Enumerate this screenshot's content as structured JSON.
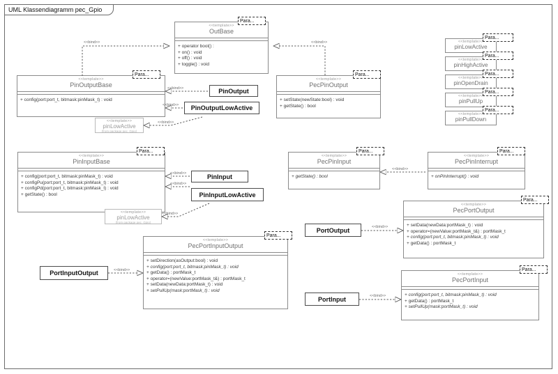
{
  "diagram": {
    "title": "UML Klassendiagramm pec_Gpio",
    "stereotype_template": "<<template>>",
    "param_label": "Para...",
    "bind_label": "<<bind>>",
    "from_package": "(from package pec_Gpio)",
    "accent_border": "#8a8a8a",
    "class_name_color": "#707070",
    "bound_border": "#4a4a4a"
  },
  "classes": {
    "out_base": {
      "name": "OutBase",
      "stereotype": "<<template>>",
      "param": "Para...",
      "operations": [
        "+ operator bool() :",
        "+ on() : void",
        "+ off() : void",
        "+ toggle() : void"
      ]
    },
    "pin_output_base": {
      "name": "PinOutputBase",
      "stereotype": "<<template>>",
      "param": "Para...",
      "operations": [
        "+ config(port:port_t, bitmask:pinMask_t) : void"
      ]
    },
    "pec_pin_output": {
      "name": "PecPinOutput",
      "stereotype": "<<template>>",
      "param": "Para...",
      "operations": [
        "+ setState(newState:bool) : void",
        "+ getState() : bool"
      ]
    },
    "pin_low_active_out": {
      "name": "pinLowActive",
      "stereotype": "<<template>>",
      "from": "(from package pec_Gpio)"
    },
    "pin_input_base": {
      "name": "PinInputBase",
      "stereotype": "<<template>>",
      "param": "Para...",
      "operations": [
        "+ config(port:port_t, bitmask:pinMask_t) : void",
        "+ configPu(port:port_t, bitmask:pinMask_t) : void",
        "+ configPd(port:port_t, bitmask:pinMask_t) : void",
        "+ getState() : bool"
      ]
    },
    "pin_low_active_in": {
      "name": "pinLowActive",
      "stereotype": "<<template>>",
      "from": "(from package pec_Gpio)"
    },
    "pec_pin_input": {
      "name": "PecPinInput",
      "stereotype": "<<template>>",
      "param": "Para...",
      "operations": [
        "+ getState() : bool"
      ]
    },
    "pec_pin_interrupt": {
      "name": "PecPinInterrupt",
      "stereotype": "<<template>>",
      "param": "Para...",
      "operations": [
        "+ onPinInterrupt() : void"
      ]
    },
    "pec_port_output": {
      "name": "PecPortOutput",
      "stereotype": "<<template>>",
      "param": "Para...",
      "operations": [
        "+ setData(newData:portMask_t) : void",
        "+ operator=(newValue:portMask_t&) : portMask_t",
        "+ config(port:port_t, bitmask:pinMask_t) : void",
        "+ getData() : portMask_t"
      ]
    },
    "pec_port_input_output": {
      "name": "PecPortInputOutput",
      "stereotype": "<<template>>",
      "param": "Para...",
      "operations": [
        "+ setDirection(asOutput:bool) : void",
        "+ config(port:port_t, bitmask:pinMask_t) : void",
        "+ getData() : portMask_t",
        "+ operator=(newValue:portMask_t&) : portMask_t",
        "+ setData(newData:portMask_t) : void",
        "+ setPullUp(mask:portMask_t) : void"
      ]
    },
    "pec_port_input": {
      "name": "PecPortInput",
      "stereotype": "<<template>>",
      "param": "Para...",
      "operations": [
        "+ config(port:port_t, bitmask:pinMask_t) : void",
        "+ getData() : portMask_t",
        "+ setPullUp(mask:portMask_t) : void"
      ]
    }
  },
  "template_stack": [
    {
      "name": "pinLowActive",
      "stereotype": "<<template>>",
      "param": "Para..."
    },
    {
      "name": "pinHighActive",
      "stereotype": "<<template>>",
      "param": "Para..."
    },
    {
      "name": "pinOpenDrain",
      "stereotype": "<<template>>",
      "param": "Para..."
    },
    {
      "name": "pinPullUp",
      "stereotype": "<<template>>",
      "param": "Para..."
    },
    {
      "name": "pinPullDown",
      "stereotype": "<<template>>",
      "param": "Para..."
    }
  ],
  "bound_classes": {
    "pin_output": "PinOutput",
    "pin_output_low_active": "PinOutputLowActive",
    "pin_input": "PinInput",
    "pin_input_low_active": "PinInputLowActive",
    "port_output": "PortOutput",
    "port_input_output": "PortInputOutput",
    "port_input": "PortInput"
  },
  "edge_labels": {
    "b1": "<<bind>>",
    "b2": "<<bind>>",
    "b3": "<<bind>>",
    "b4": "<<bind>>",
    "b5": "<<bind>>",
    "b6": "<<bind>>",
    "b7": "<<bind>>",
    "b8": "<<bind>>",
    "b9": "<<bind>>",
    "b10": "<<bind>>",
    "b11": "<<bind>>"
  }
}
